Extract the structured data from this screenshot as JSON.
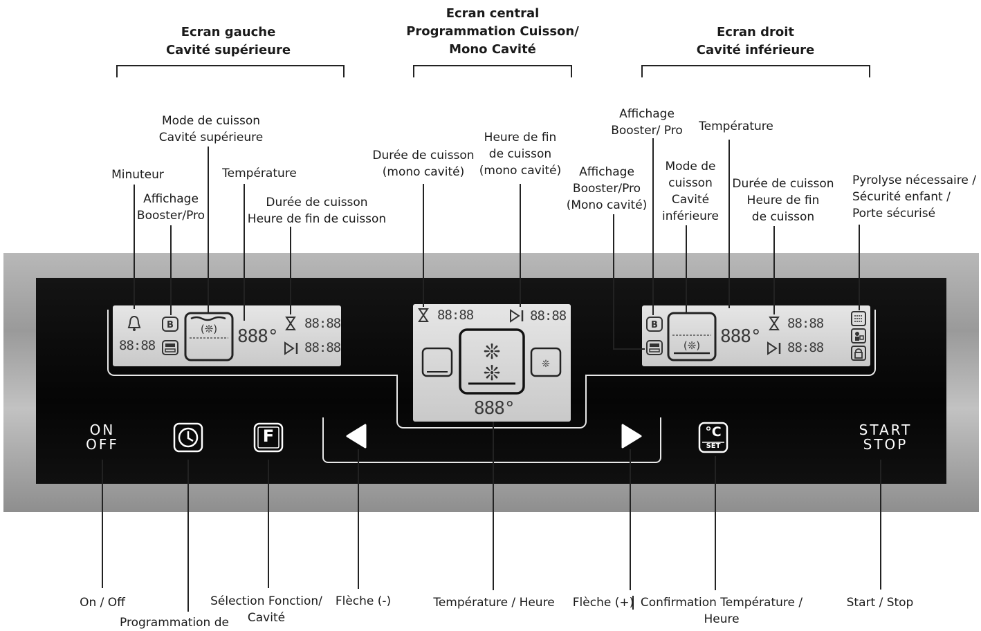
{
  "headers": {
    "left": [
      "Ecran gauche",
      "Cavité supérieure"
    ],
    "center": [
      "Ecran central",
      "Programmation Cuisson/",
      "Mono Cavité"
    ],
    "right": [
      "Ecran droit",
      "Cavité inférieure"
    ]
  },
  "top_labels": {
    "mode_upper": [
      "Mode de cuisson",
      "Cavité supérieure"
    ],
    "minuteur": "Minuteur",
    "booster_upper": [
      "Affichage",
      "Booster/Pro"
    ],
    "temp_upper": "Température",
    "duree_upper": [
      "Durée de cuisson",
      "Heure de fin de cuisson"
    ],
    "duree_mono": [
      "Durée de cuisson",
      "(mono cavité)"
    ],
    "fin_mono": [
      "Heure de fin",
      "de cuisson",
      "(mono cavité)"
    ],
    "booster_mono": [
      "Affichage",
      "Booster/Pro",
      "(Mono cavité)"
    ],
    "booster_lower": [
      "Affichage",
      "Booster/ Pro"
    ],
    "temp_lower": "Température",
    "mode_lower": [
      "Mode de",
      "cuisson",
      "Cavité",
      "inférieure"
    ],
    "duree_lower": [
      "Durée de cuisson",
      "Heure de fin",
      "de cuisson"
    ],
    "pyrolyse": [
      "Pyrolyse nécessaire /",
      "Sécurité enfant /",
      "Porte sécurisé"
    ]
  },
  "bottom_labels": {
    "onoff": "On / Off",
    "prog": "Programmation de",
    "selection": [
      "Sélection Fonction/",
      "Cavité"
    ],
    "fleche_minus": "Flèche (-)",
    "temp_heure": "Température / Heure",
    "fleche_plus": "Flèche (+)",
    "confirm": [
      "Confirmation Température /",
      "Heure"
    ],
    "startstop": "Start / Stop"
  },
  "buttons": {
    "on": "ON",
    "off": "OFF",
    "start": "START",
    "stop": "STOP",
    "set": "SET",
    "celsius": "°C",
    "f_key": "F"
  },
  "displays": {
    "left": {
      "timer": "88:88",
      "temp": "888°",
      "dur": "88:88",
      "end": "88:88",
      "b": "B"
    },
    "center": {
      "dur": "88:88",
      "end": "88:88",
      "temp": "888°"
    },
    "right": {
      "temp": "888°",
      "dur": "88:88",
      "end": "88:88",
      "b": "B"
    }
  },
  "colors": {
    "panel": "#0a0a0a",
    "frame": "#a8a8a8",
    "lcd": "#d8d8d8",
    "segment": "#3a3a3a",
    "line": "#e8e8e8"
  }
}
